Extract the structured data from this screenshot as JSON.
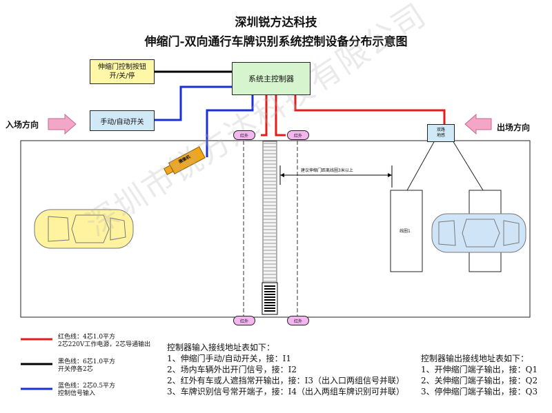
{
  "title_line1": "深圳锐方达科技",
  "title_line2": "伸缩门-双向通行车牌识别系统控制设备分布示意图",
  "button_box": "伸缩门控制按钮\n开/关/停",
  "switch_box": "手动/自动开关",
  "main_controller": "系统主控制器",
  "entry_direction": "入场方向",
  "exit_direction": "出场方向",
  "loop_detector": "双路\n地感",
  "camera": "摄像机",
  "ir_label": "红外",
  "distance_note": "建议伸缩门距离线圈3米以上",
  "loop_coil": "线圈1",
  "legend": {
    "red": "红色线：4芯1.0平方\n2芯220V工作电源，2芯导通输出",
    "black": "黑色线：6芯1.0平方\n开关停各2芯",
    "blue": "蓝色线：2芯0.5平方\n控制信号输入"
  },
  "input_table": {
    "title": "控制器输入接线地址表如下：",
    "rows": [
      "1、伸缩门手动/自动开关，接：I1",
      "2、场内车辆外出开门信号，接：I2",
      "2、红外有车或人遮挡常开输出，接：I3（出入口两组信号并联）",
      "3、车牌识别信号常开端子，接：I4（出入两组车牌识别可并联）"
    ]
  },
  "output_table": {
    "title": "控制器输出接线地址表如下：",
    "rows": [
      "1、开伸缩门端子输出，接：Q1",
      "2、关伸缩门端子输出，接：Q2",
      "3、停伸缩门端子输出，接：Q3"
    ]
  },
  "watermark": "深圳市锐方达科技有限公司",
  "colors": {
    "red_wire": "#e31b1b",
    "blue_wire": "#1a2fd6",
    "black_wire": "#000000",
    "button_fill": "#fff7a8",
    "switch_fill": "#cfe9f7",
    "controller_fill": "#d6f5cf",
    "ir_fill": "#f4b6ef",
    "arrow_fill": "#f4a6c8",
    "car_yellow": "#fff3a0",
    "car_blue": "#cfe5f7",
    "camera_fill": "#f0a51c"
  }
}
